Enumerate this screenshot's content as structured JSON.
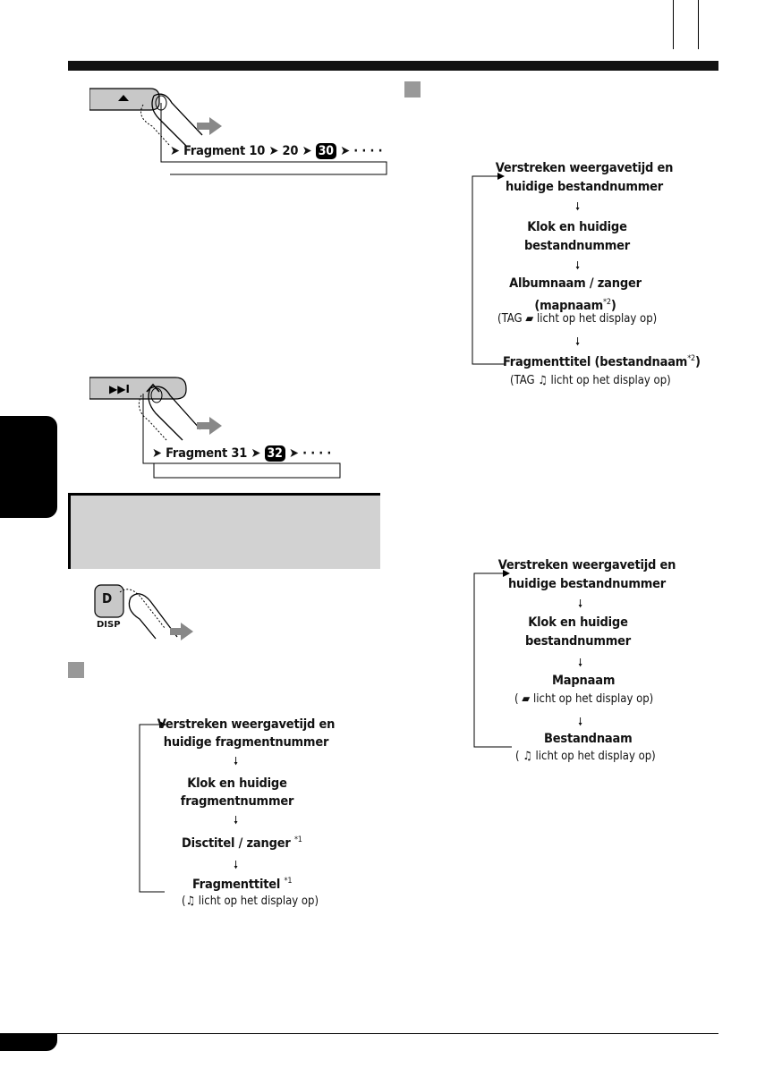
{
  "top_left": {
    "fragment_label": "Fragment 10",
    "step_20": "20",
    "step_30": "30",
    "dots": "· · · ·"
  },
  "skip_button": {
    "label": "Fragment 31",
    "step_32": "32",
    "dots": "· · · ·"
  },
  "disp_button": {
    "key": "D",
    "label": "DISP"
  },
  "flow_cd": {
    "step1_line1": "Verstreken weergavetijd en",
    "step1_line2": "huidige fragmentnummer",
    "step2_line1": "Klok en huidige",
    "step2_line2": "fragmentnummer",
    "step3": "Disctitel / zanger",
    "step3_sup": "*1",
    "step4": "Fragmenttitel",
    "step4_sup": "*1",
    "step4_note": "licht op het display op)",
    "step4_paren": "("
  },
  "flow_mp3_tag": {
    "step1_line1": "Verstreken weergavetijd en",
    "step1_line2": "huidige bestandnummer",
    "step2_line1": "Klok en huidige",
    "step2_line2": "bestandnummer",
    "step3_line1": "Albumnaam / zanger",
    "step3_line2": "(mapnaam",
    "step3_sup": "*2",
    "step3_close": ")",
    "step3_note_prefix": "(TAG",
    "step3_note": "licht op het display op)",
    "step4": "Fragmenttitel (bestandnaam",
    "step4_sup": "*2",
    "step4_close": ")",
    "step4_note_prefix": "(TAG",
    "step4_note": "licht op het display op)"
  },
  "flow_mp3_notag": {
    "step1_line1": "Verstreken weergavetijd en",
    "step1_line2": "huidige bestandnummer",
    "step2_line1": "Klok en huidige",
    "step2_line2": "bestandnummer",
    "step3": "Mapnaam",
    "step3_note_prefix": "(",
    "step3_note": "licht op het display op)",
    "step4": "Bestandnaam",
    "step4_note_prefix": "(",
    "step4_note": "licht op het display op)"
  }
}
